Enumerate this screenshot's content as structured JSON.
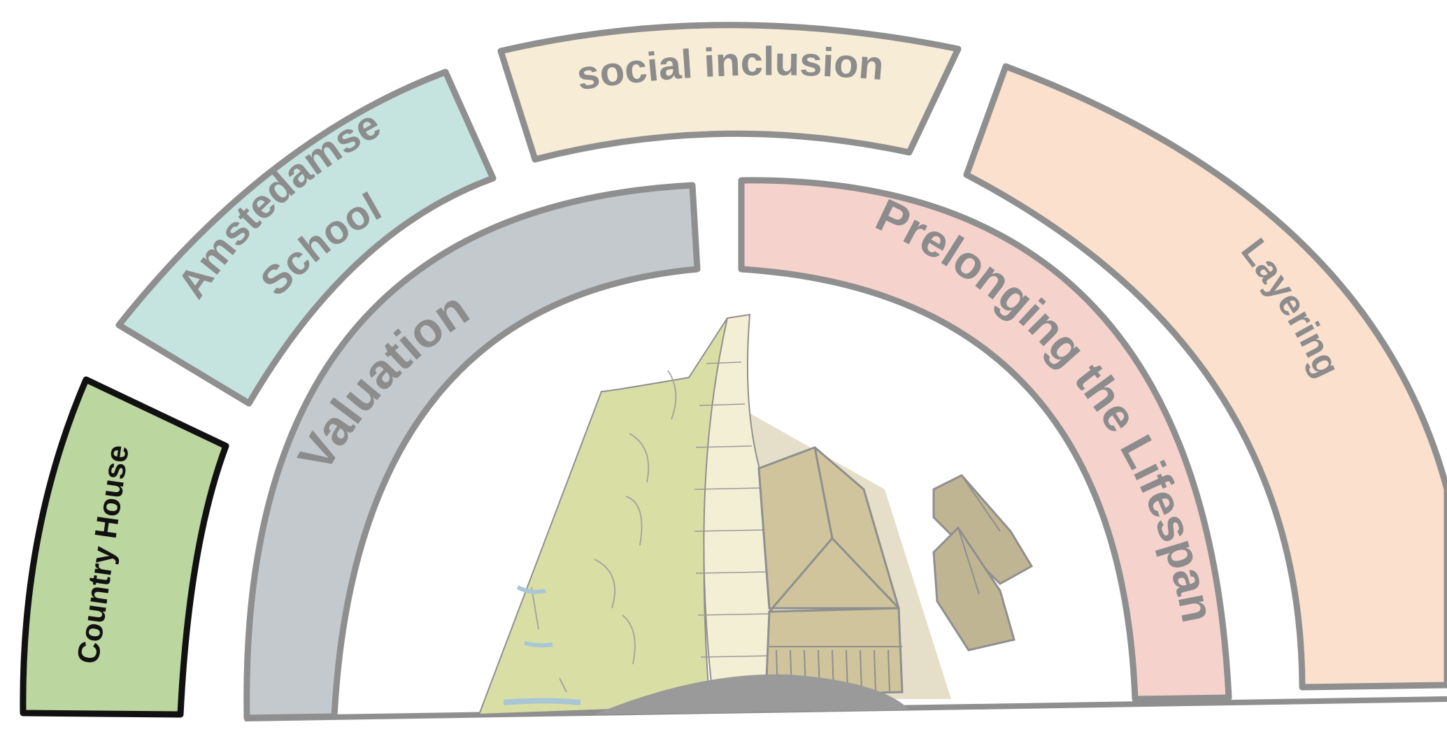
{
  "segments": [
    {
      "id": "country-house",
      "label": "Country House",
      "fill": "#bcd6a0",
      "stroke": "#111111",
      "text_color": "#111111"
    },
    {
      "id": "amstedamse-school",
      "label_line1": "Amstedamse",
      "label_line2": "School",
      "fill": "#c5e3df"
    },
    {
      "id": "social-inclusion",
      "label": "social inclusion",
      "fill": "#f7ecd6"
    },
    {
      "id": "layering",
      "label": "Layering",
      "fill": "#fae0cd"
    },
    {
      "id": "valuation",
      "label": "Valuation",
      "fill": "#c3c9cd"
    },
    {
      "id": "prelonging",
      "label": "Prelonging the Lifespan",
      "fill": "#f5d3cc"
    }
  ],
  "illustration": {
    "icon": "building-with-sloped-green-roof-icon",
    "roof_green": "#d9dfa4",
    "facade": "#f3efd5",
    "roof_tan": "#cfc49c",
    "hut": "#bfb592",
    "ground": "#9a9a9a"
  }
}
